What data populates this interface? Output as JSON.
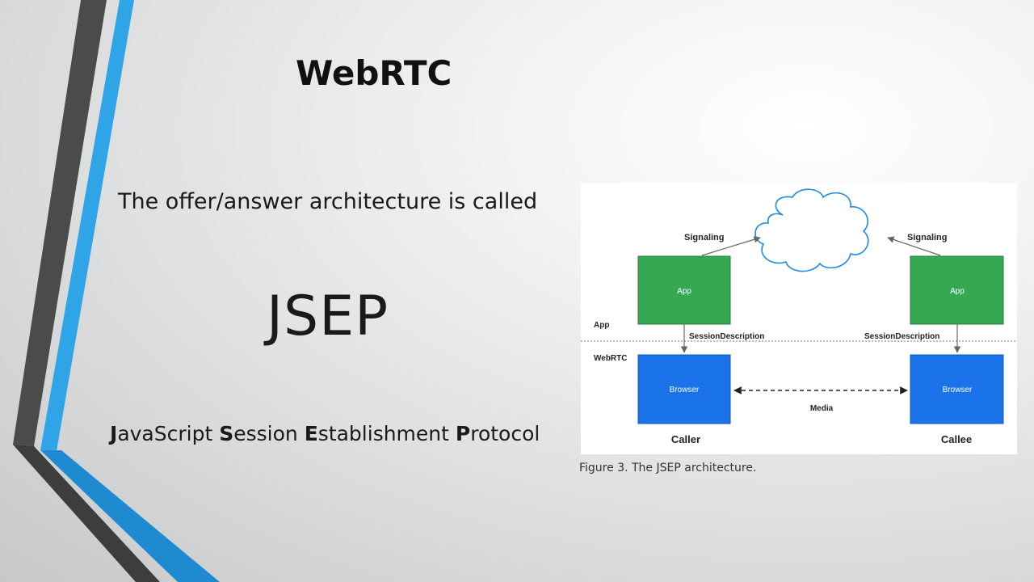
{
  "slide": {
    "title": "WebRTC",
    "intro": "The offer/answer architecture is called",
    "acronym": "JSEP",
    "expansion": [
      {
        "initial": "J",
        "rest": "avaScript "
      },
      {
        "initial": "S",
        "rest": "ession "
      },
      {
        "initial": "E",
        "rest": "stablishment "
      },
      {
        "initial": "P",
        "rest": "rotocol"
      }
    ],
    "caption": "Figure 3. The JSEP architecture."
  },
  "diagram": {
    "signaling_left": "Signaling",
    "signaling_right": "Signaling",
    "app_left": "App",
    "app_right": "App",
    "layer_app": "App",
    "layer_webrtc": "WebRTC",
    "sessiondesc_left": "SessionDescription",
    "sessiondesc_right": "SessionDescription",
    "browser_left": "Browser",
    "browser_right": "Browser",
    "media": "Media",
    "caller": "Caller",
    "callee": "Callee"
  },
  "colors": {
    "accent_blue": "#2fa4e7",
    "dark_stripe": "#4a4a4a",
    "app_green": "#34a853",
    "browser_blue": "#1a73e8",
    "cloud_stroke": "#1e88e5"
  }
}
